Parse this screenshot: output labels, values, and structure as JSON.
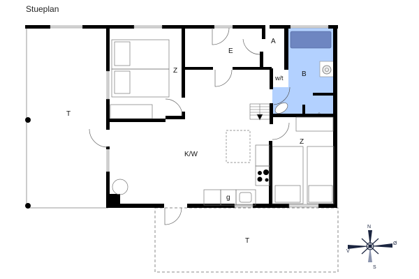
{
  "title": "Stueplan",
  "rooms": {
    "terrace_west": "T",
    "terrace_south": "T",
    "bedroom_nw": "Z",
    "entrance": "E",
    "room_a": "A",
    "wc": "w/t",
    "bathroom": "B",
    "kitchen_living": "K/W",
    "bedroom_se": "Z",
    "kitchen_fixture": "g"
  },
  "compass": {
    "north": "N",
    "south": "S",
    "east": "Ø",
    "west": "V"
  },
  "colors": {
    "wall": "#000000",
    "bathroom_fill": "#b3d1ff",
    "bathtub_fill": "#6e86c1",
    "window": "#cccccc",
    "line": "#888888",
    "compass": "#1b2540"
  }
}
